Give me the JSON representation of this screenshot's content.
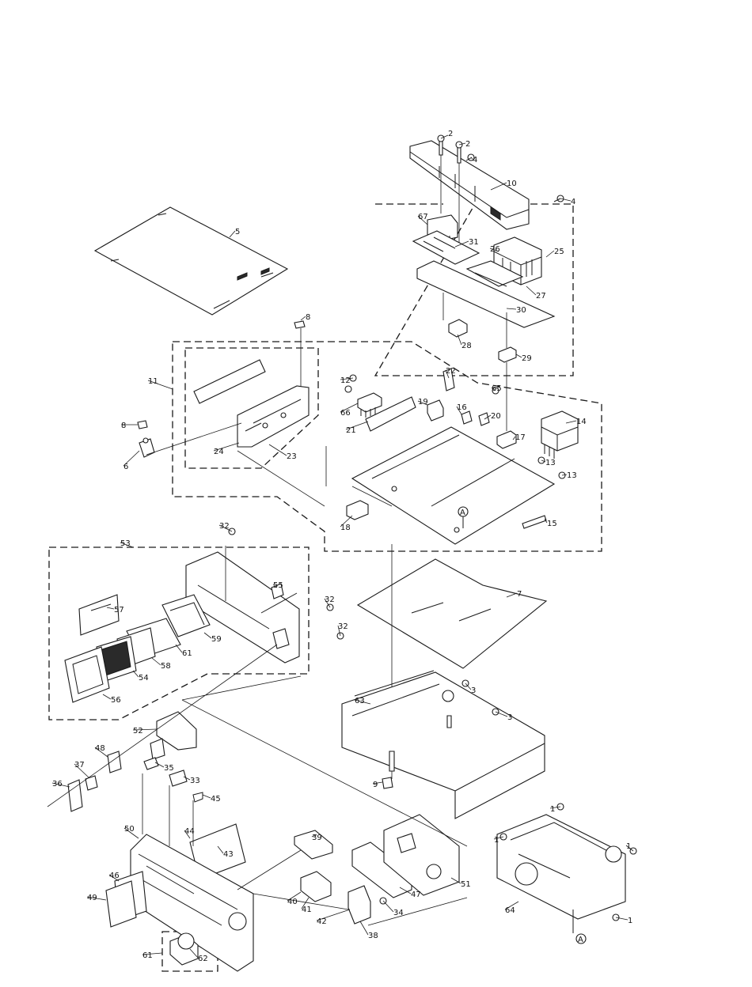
{
  "diagram": {
    "type": "exploded-parts-view",
    "callouts": [
      "1",
      "2",
      "3",
      "4",
      "5",
      "6",
      "7",
      "8",
      "9",
      "10",
      "11",
      "12",
      "13",
      "14",
      "15",
      "16",
      "17",
      "18",
      "19",
      "20",
      "21",
      "22",
      "23",
      "24",
      "25",
      "26",
      "27",
      "28",
      "29",
      "30",
      "31",
      "32",
      "33",
      "34",
      "35",
      "36",
      "37",
      "38",
      "39",
      "40",
      "41",
      "42",
      "43",
      "44",
      "45",
      "46",
      "47",
      "48",
      "49",
      "50",
      "51",
      "52",
      "53",
      "54",
      "55",
      "56",
      "57",
      "58",
      "59",
      "61",
      "62",
      "63",
      "64",
      "65",
      "66",
      "67"
    ],
    "reference_mark": "A",
    "colors": {
      "ink": "#1a1a1a",
      "paper": "#ffffff"
    }
  }
}
